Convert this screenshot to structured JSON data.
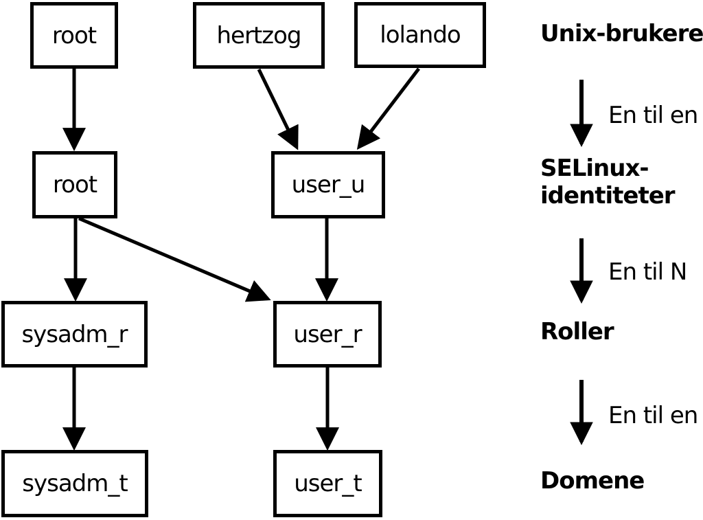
{
  "colors": {
    "ink": "#000000",
    "paper": "#ffffff"
  },
  "nodes": {
    "unix_root": "root",
    "unix_hertzog": "hertzog",
    "unix_lolando": "lolando",
    "selinux_root": "root",
    "selinux_user_u": "user_u",
    "role_sysadm_r": "sysadm_r",
    "role_user_r": "user_r",
    "domain_sysadm_t": "sysadm_t",
    "domain_user_t": "user_t"
  },
  "edges": [
    {
      "from": "unix_root",
      "to": "selinux_root"
    },
    {
      "from": "unix_hertzog",
      "to": "selinux_user_u"
    },
    {
      "from": "unix_lolando",
      "to": "selinux_user_u"
    },
    {
      "from": "selinux_root",
      "to": "role_sysadm_r"
    },
    {
      "from": "selinux_root",
      "to": "role_user_r"
    },
    {
      "from": "selinux_user_u",
      "to": "role_user_r"
    },
    {
      "from": "role_sysadm_r",
      "to": "domain_sysadm_t"
    },
    {
      "from": "role_user_r",
      "to": "domain_user_t"
    }
  ],
  "legend": {
    "level_unix_users": "Unix-brukere",
    "level_selinux_identities_line1": "SELinux-",
    "level_selinux_identities_line2": "identiteter",
    "level_roles": "Roller",
    "level_domains": "Domene",
    "mapping_users_to_identities": "En til en",
    "mapping_identities_to_roles": "En til N",
    "mapping_roles_to_domains": "En til en"
  }
}
